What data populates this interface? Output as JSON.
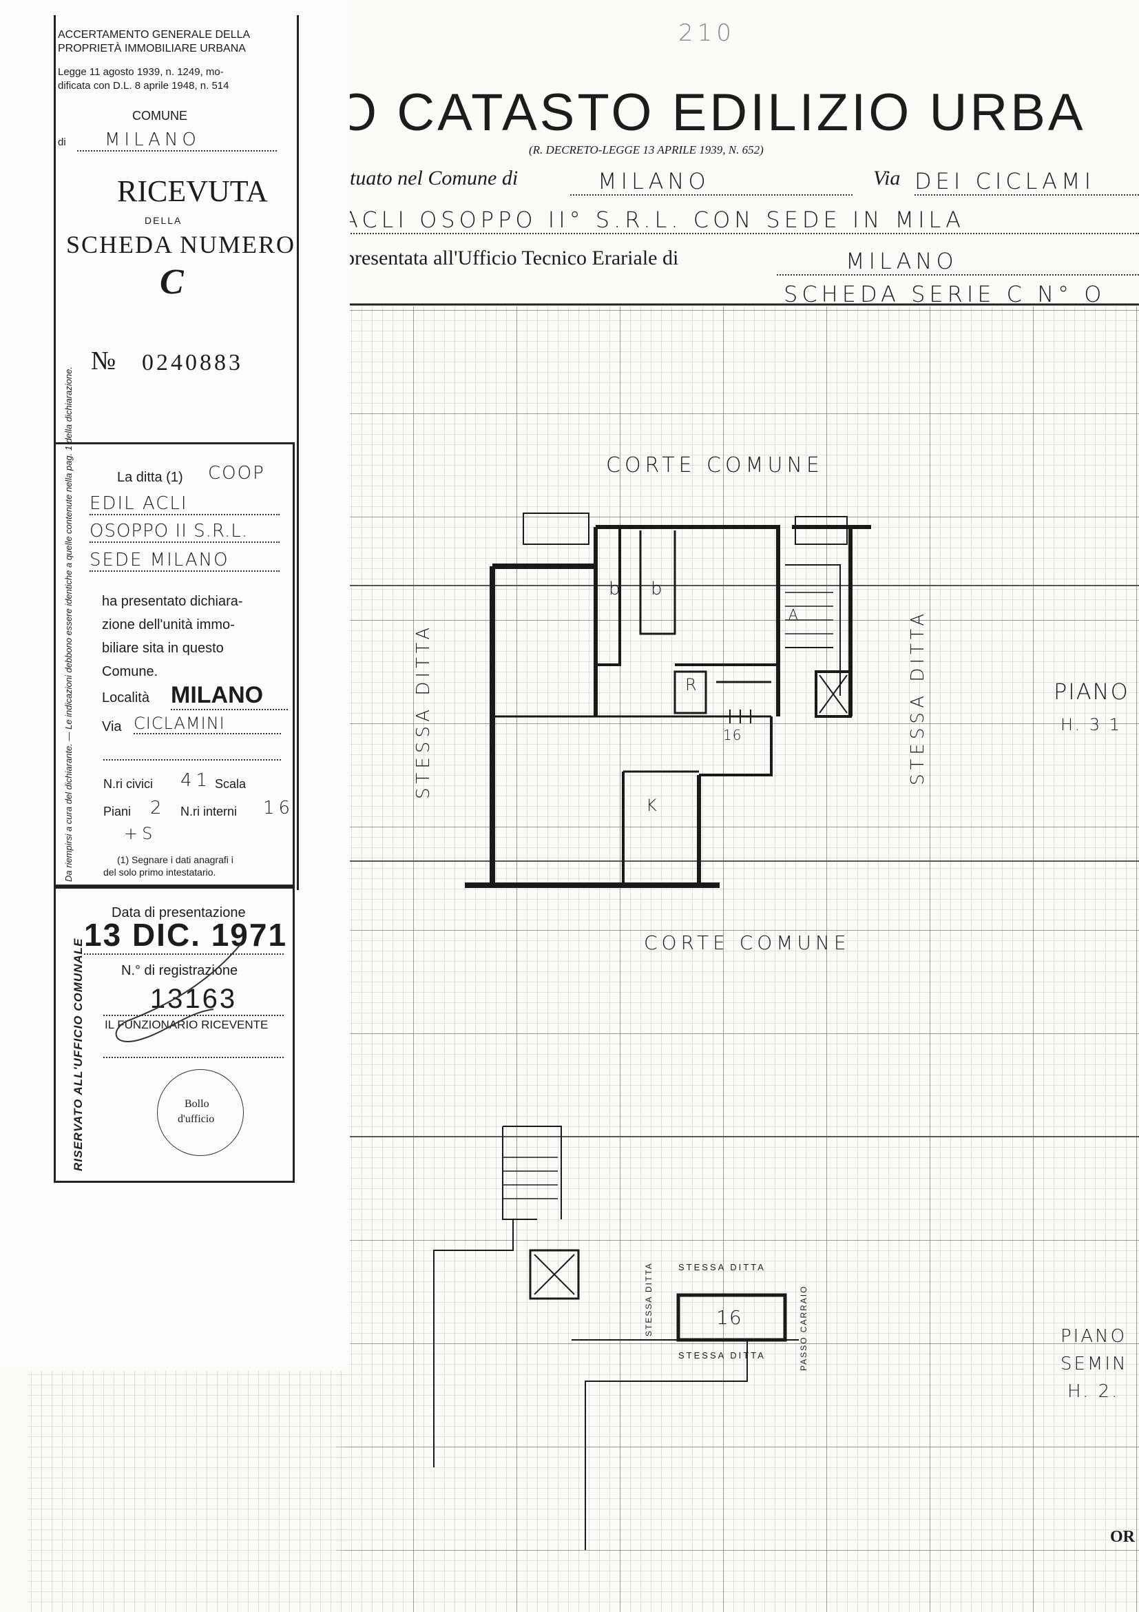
{
  "page_number": "210",
  "header": {
    "title": "O CATASTO EDILIZIO URBA",
    "subtitle": "(R. DECRETO-LEGGE 13 APRILE 1939, N. 652)",
    "line1_label": "situato nel Comune di",
    "line1_value": "MILANO",
    "via_label": "Via",
    "via_value": "DEI CICLAMI",
    "line2_value": "ACLI OSOPPO II° S.R.L. CON SEDE IN MILA",
    "line3_label": "presentata all'Ufficio Tecnico Erariale di",
    "line3_value": "MILANO",
    "line4_value": "SCHEDA SERIE C N° O"
  },
  "receipt": {
    "org_line1": "ACCERTAMENTO GENERALE DELLA",
    "org_line2": "PROPRIETÀ IMMOBILIARE URBANA",
    "law_line1": "Legge 11 agosto 1939, n. 1249, mo-",
    "law_line2": "dificata con D.L. 8 aprile 1948, n. 514",
    "comune_label": "COMUNE",
    "di_label": "di",
    "comune_value": "MILANO",
    "title1": "RICEVUTA",
    "title2": "DELLA",
    "title3": "SCHEDA NUMERO",
    "title4": "C",
    "number_prefix": "№",
    "number_value": "0240883",
    "ditta_label": "La ditta (1)",
    "ditta_value1": "COOP",
    "ditta_value2": "EDIL ACLI",
    "ditta_value3": "OSOPPO II S.R.L.",
    "ditta_value4": "SEDE MILANO",
    "decl_1": "ha presentato dichiara-",
    "decl_2": "zione dell'unità immo-",
    "decl_3": "biliare sita in questo",
    "decl_4": "Comune.",
    "localita_label": "Località",
    "localita_value": "MILANO",
    "via_label": "Via",
    "via_value": "CICLAMINI",
    "civici_label": "N.ri civici",
    "civici_value": "41",
    "scala_label": "Scala",
    "piani_label": "Piani",
    "piani_value": "2",
    "interni_label": "N.ri interni",
    "interni_value": "16",
    "extra_value": "+S",
    "footnote1": "(1) Segnare i dati anagrafi i",
    "footnote2": "del solo primo intestatario.",
    "side_note": "Da riempirsi a cura del dichiarante. — Le indicazioni debbono essere identiche a quelle contenute nella pag. 1 della dichiarazione.",
    "reserved_label": "RISERVATO ALL'UFFICIO COMUNALE",
    "data_label": "Data di presentazione",
    "data_value": "13 DIC. 1971",
    "reg_label": "N.° di registrazione",
    "reg_value": "13163",
    "funz_label": "IL FUNZIONARIO RICEVENTE",
    "stamp_line1": "Bollo",
    "stamp_line2": "d'ufficio"
  },
  "plan": {
    "corte_top": "CORTE COMUNE",
    "corte_bottom": "CORTE COMUNE",
    "stessa_left": "STESSA DITTA",
    "stessa_right": "STESSA DITTA",
    "room_b1": "b",
    "room_b2": "b",
    "room_r": "R",
    "room_k": "K",
    "stair_a": "A",
    "unit_number": "16",
    "piano_label": "PIANO",
    "piano_height": "H. 3 1",
    "cellar_number": "16",
    "cellar_top": "STESSA DITTA",
    "cellar_left": "STESSA DITTA",
    "cellar_bottom": "STESSA DITTA",
    "cellar_right": "PASSO CARRAIO",
    "lower_piano": "PIANO",
    "lower_semi": "SEMIN",
    "lower_h": "H. 2.",
    "bottom_right": "OR"
  }
}
